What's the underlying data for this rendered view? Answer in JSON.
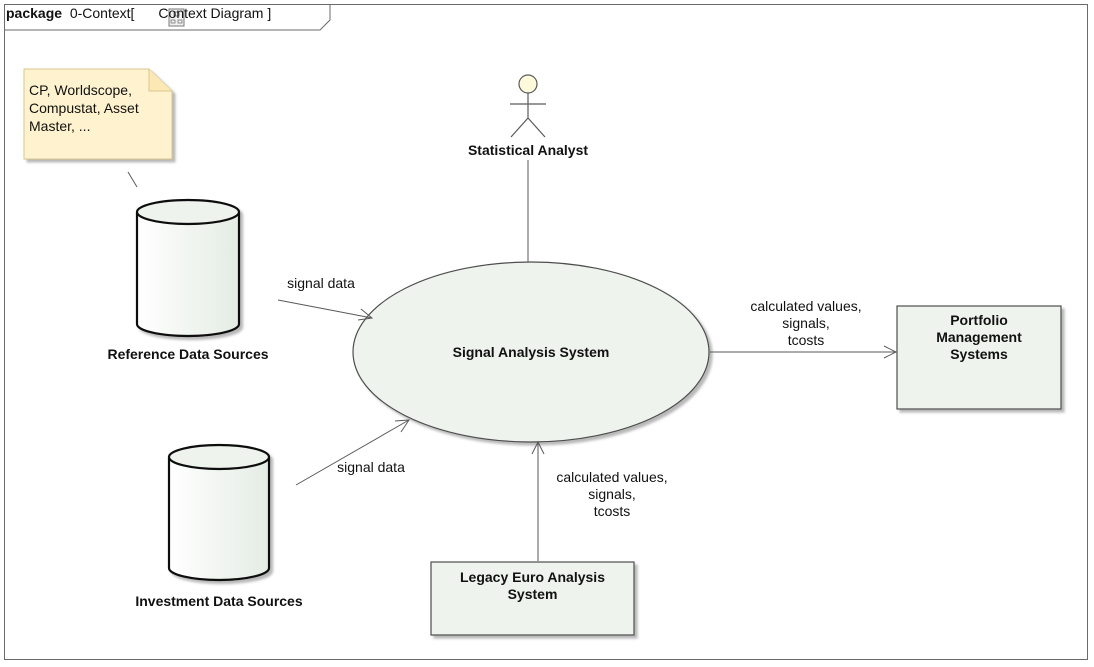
{
  "frame": {
    "keyword": "package",
    "name": "0-Context",
    "diagram_prefix": "[",
    "diagram_type": "Context Diagram",
    "diagram_suffix": "]"
  },
  "note": {
    "text": "CP, Worldscope,\nCompustat, Asset\nMaster, ..."
  },
  "actor": {
    "label": "Statistical Analyst"
  },
  "datastores": [
    {
      "label": "Reference Data Sources"
    },
    {
      "label": "Investment Data Sources"
    }
  ],
  "system": {
    "label": "Signal Analysis System"
  },
  "blocks": [
    {
      "label": "Portfolio\nManagement\nSystems"
    },
    {
      "label": "Legacy Euro Analysis\nSystem"
    }
  ],
  "flows": [
    {
      "label": "signal data"
    },
    {
      "label": "signal data"
    },
    {
      "label": "calculated values,\nsignals,\ntcosts"
    },
    {
      "label": "calculated values,\nsignals,\ntcosts"
    }
  ],
  "colors": {
    "element_fill": "#eef3ee",
    "note_fill": "#fff3cf",
    "line": "#5a5a5a"
  }
}
